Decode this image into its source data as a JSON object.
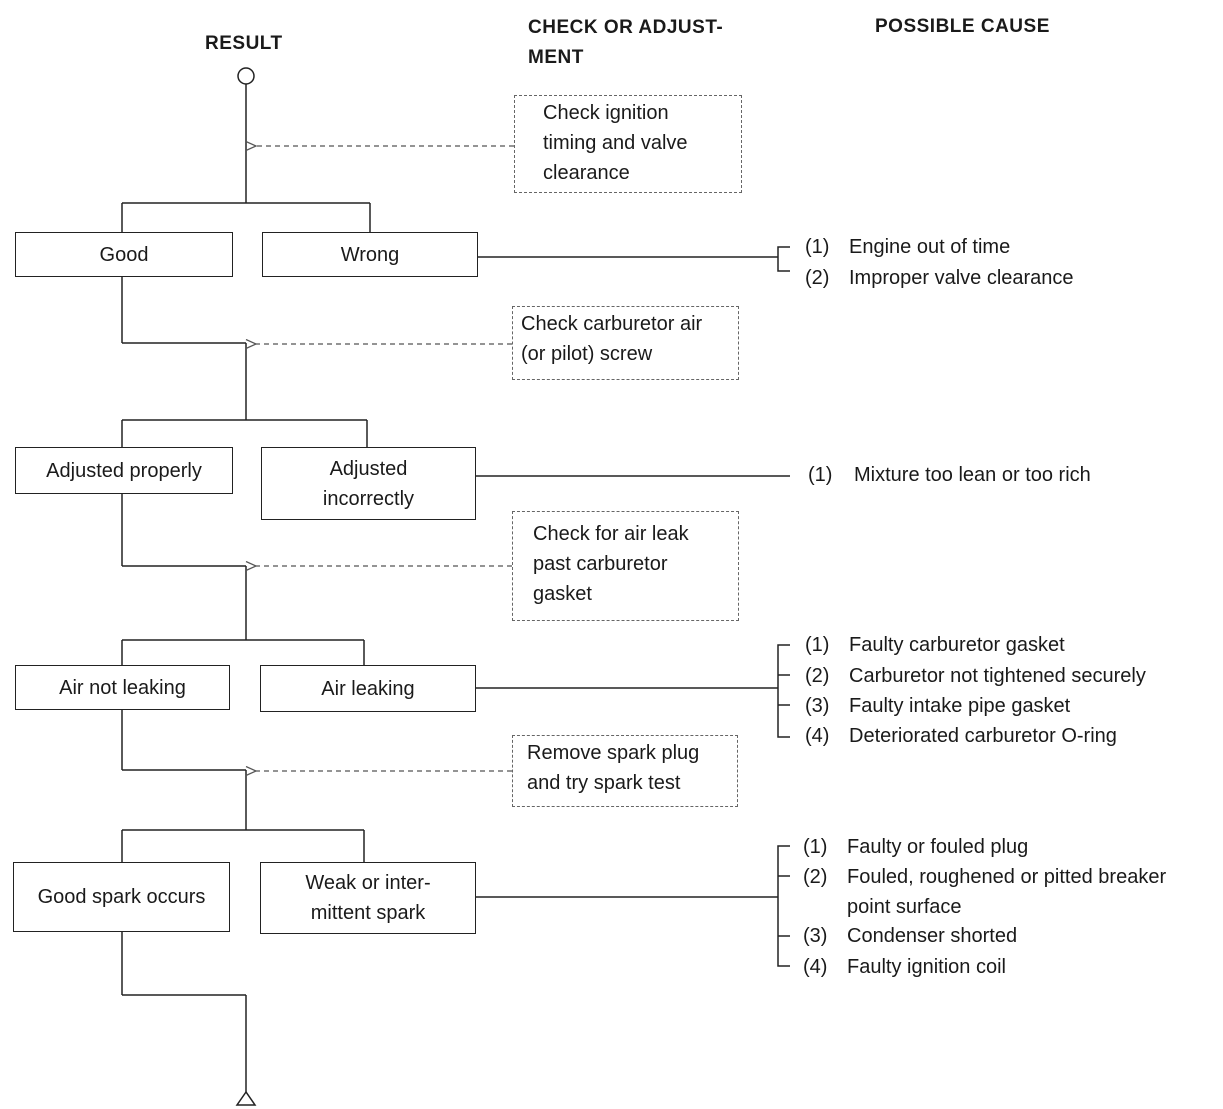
{
  "headers": {
    "result": "RESULT",
    "check": "CHECK OR ADJUST-\nMENT",
    "cause": "POSSIBLE CAUSE"
  },
  "checks": [
    "Check ignition\ntiming and valve\nclearance",
    "Check carburetor air\n(or pilot) screw",
    "Check for air leak\npast carburetor\ngasket",
    "Remove spark plug\nand try spark test"
  ],
  "results": [
    {
      "good": "Good",
      "bad": "Wrong"
    },
    {
      "good": "Adjusted properly",
      "bad": "Adjusted\nincorrectly"
    },
    {
      "good": "Air not leaking",
      "bad": "Air leaking"
    },
    {
      "good": "Good spark occurs",
      "bad": "Weak or inter-\nmittent spark"
    }
  ],
  "causes": [
    [
      {
        "num": "(1)",
        "text": "Engine out of time"
      },
      {
        "num": "(2)",
        "text": "Improper valve clearance"
      }
    ],
    [
      {
        "num": "(1)",
        "text": "Mixture too lean or too rich"
      }
    ],
    [
      {
        "num": "(1)",
        "text": "Faulty carburetor gasket"
      },
      {
        "num": "(2)",
        "text": "Carburetor not tightened securely"
      },
      {
        "num": "(3)",
        "text": "Faulty intake pipe gasket"
      },
      {
        "num": "(4)",
        "text": "Deteriorated carburetor O-ring"
      }
    ],
    [
      {
        "num": "(1)",
        "text": "Faulty or fouled plug"
      },
      {
        "num": "(2)",
        "text": "Fouled, roughened or pitted breaker",
        "cont": "point surface"
      },
      {
        "num": "(3)",
        "text": "Condenser shorted"
      },
      {
        "num": "(4)",
        "text": "Faulty ignition coil"
      }
    ]
  ]
}
